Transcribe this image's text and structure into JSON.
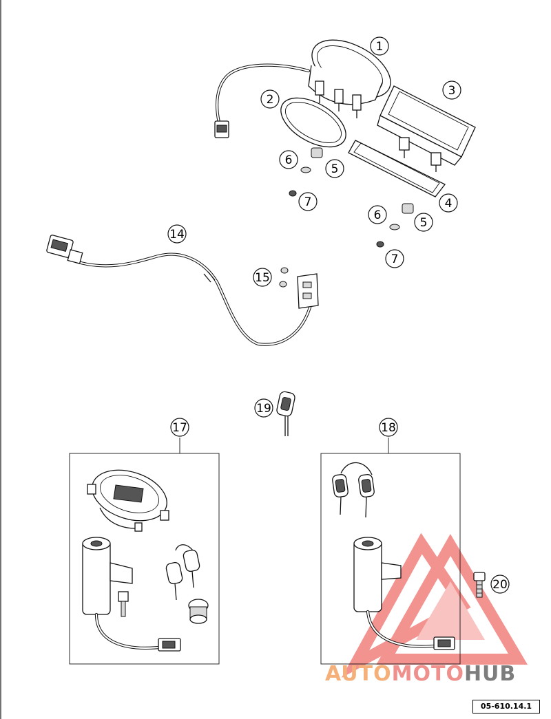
{
  "callouts": [
    "1",
    "2",
    "3",
    "4",
    "5",
    "6",
    "7",
    "5",
    "6",
    "7",
    "14",
    "15",
    "17",
    "18",
    "19",
    "20"
  ],
  "brand": {
    "part1": "AUTO",
    "part2": "MOTO",
    "part3": "HUB"
  },
  "colors": {
    "brand_orange": "#f5b07a",
    "brand_red": "#f0908c",
    "brand_grey": "#7d7d7d",
    "logo_triangle": "#ef6f6c"
  },
  "reference": "05-610.14.1"
}
